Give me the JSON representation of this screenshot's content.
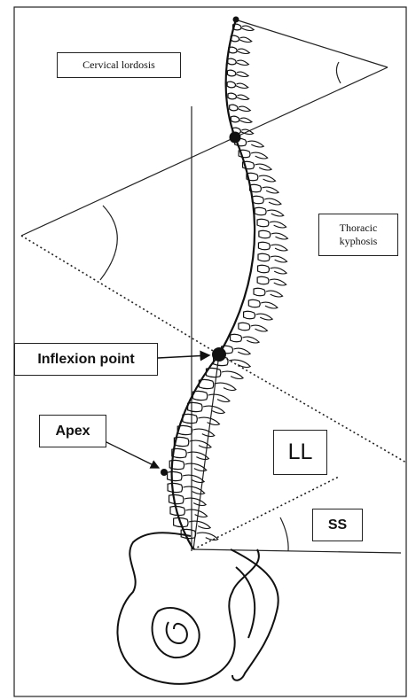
{
  "labels": {
    "cervical_lordosis": "Cervical lordosis",
    "thoracic_kyphosis_line1": "Thoracic",
    "thoracic_kyphosis_line2": "kyphosis",
    "inflexion_point": "Inflexion point",
    "apex": "Apex",
    "ll": "LL",
    "ss": "SS"
  },
  "colors": {
    "ink": "#111111",
    "line": "#222222",
    "background": "#ffffff"
  }
}
